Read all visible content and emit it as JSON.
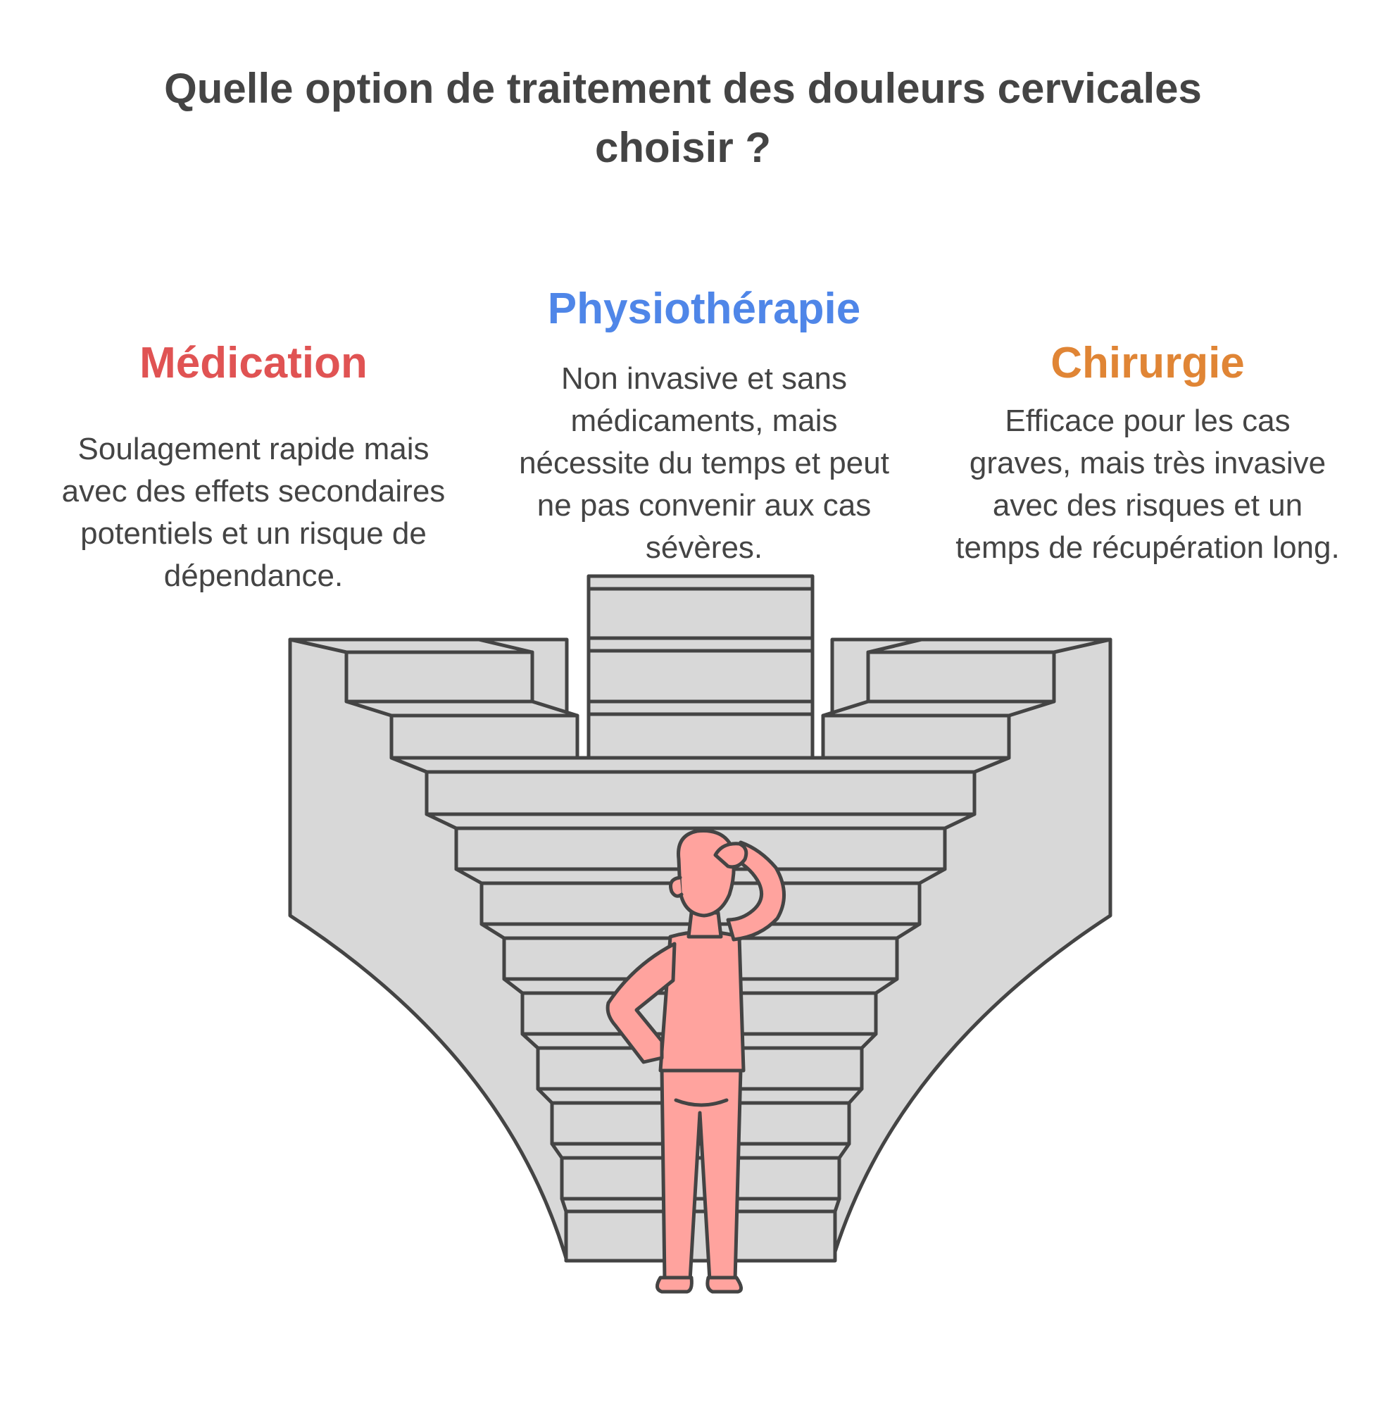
{
  "title": "Quelle option de traitement des douleurs cervicales choisir ?",
  "colors": {
    "medication": "#e05353",
    "physiotherapie": "#4f86e8",
    "chirurgie": "#e08535",
    "text": "#444444",
    "stairs_fill": "#d8d8d8",
    "stairs_stroke": "#444444",
    "person": "#ffa39e"
  },
  "options": {
    "medication": {
      "title": "Médication",
      "description": "Soulagement rapide mais avec des effets secondaires potentiels et un risque de dépendance."
    },
    "physiotherapie": {
      "title": "Physiothérapie",
      "description": "Non invasive et sans médicaments, mais nécessite du temps et peut ne pas convenir aux cas sévères."
    },
    "chirurgie": {
      "title": "Chirurgie",
      "description": "Efficace pour les cas graves, mais très invasive avec des risques et un temps de récupération long."
    }
  },
  "illustration": {
    "stairs_icon": "three-way-staircase-icon",
    "person_icon": "thinking-person-icon"
  }
}
